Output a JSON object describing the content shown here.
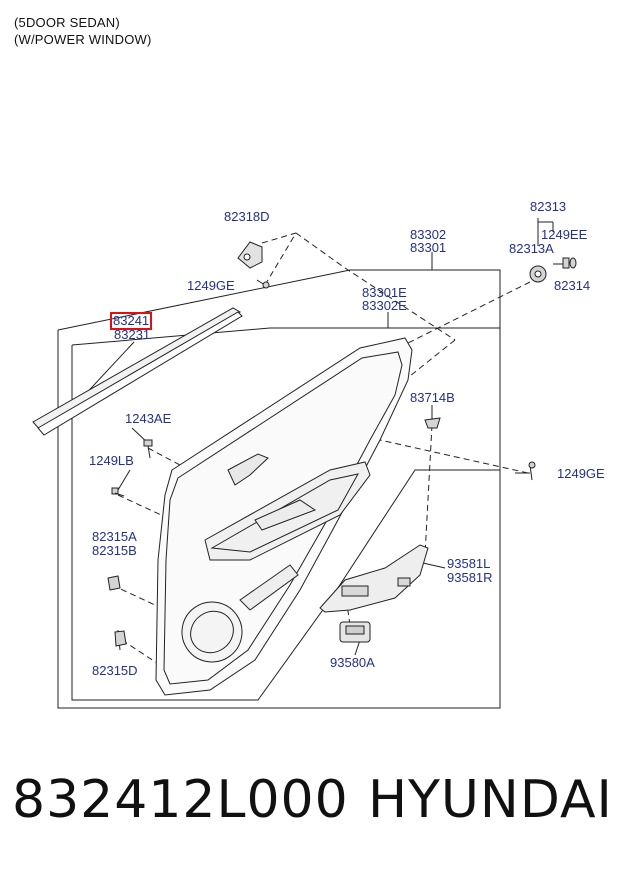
{
  "header": {
    "line1": "(5DOOR SEDAN)",
    "line2": "(W/POWER WINDOW)"
  },
  "labels": {
    "p82318D": "82318D",
    "p83302": "83302",
    "p83301": "83301",
    "p82313": "82313",
    "p1249EE": "1249EE",
    "p82313A": "82313A",
    "p82314": "82314",
    "p1249GE_top": "1249GE",
    "p83241": "83241",
    "p83231": "83231",
    "p83301E": "83301E",
    "p83302E": "83302E",
    "p1243AE": "1243AE",
    "p83714B": "83714B",
    "p1249LB": "1249LB",
    "p1249GE_right": "1249GE",
    "p82315A": "82315A",
    "p82315B": "82315B",
    "p93581L": "93581L",
    "p93581R": "93581R",
    "p82315D": "82315D",
    "p93580A": "93580A"
  },
  "footer": {
    "part_number": "832412L000",
    "brand": "HYUNDAI"
  }
}
